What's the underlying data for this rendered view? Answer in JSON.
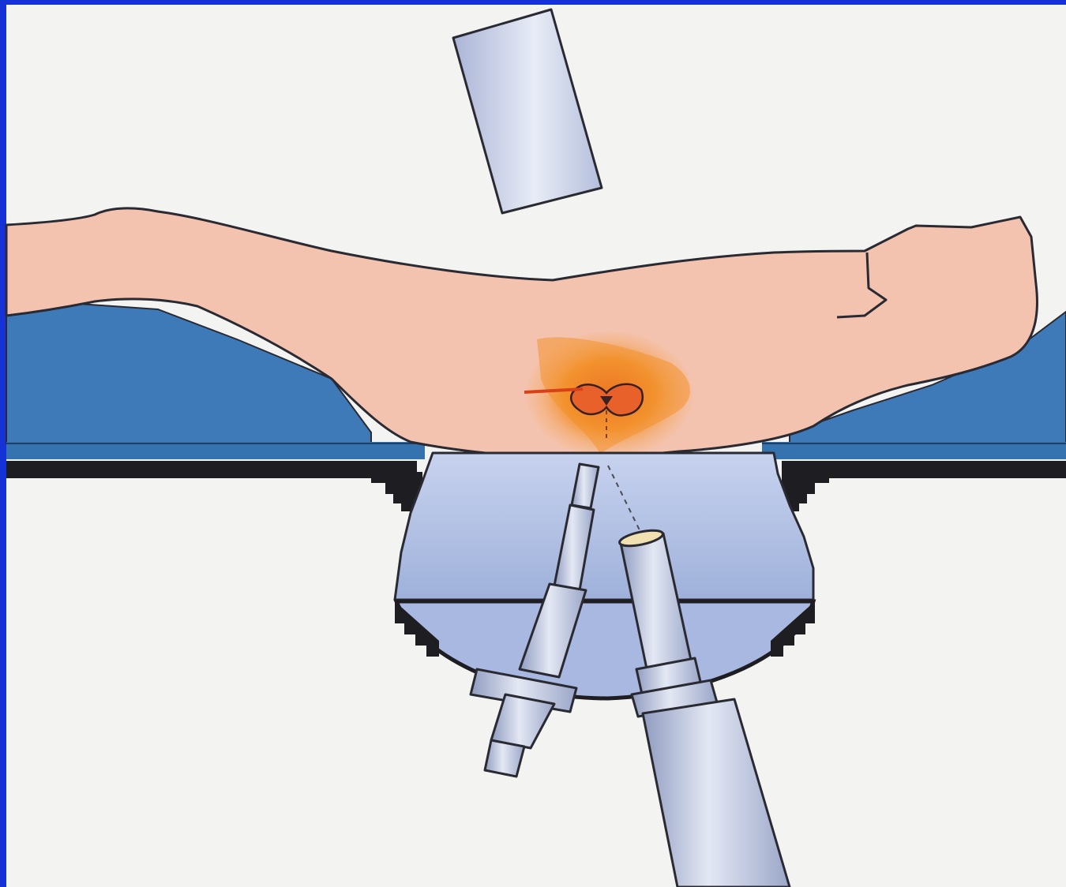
{
  "diagram": {
    "colors": {
      "frame": "#1432d6",
      "background": "#f3f3f1",
      "skin": "#f4c3b0",
      "outline": "#2a2a33",
      "table_blue": "#3f7ab8",
      "table_blue_dark": "#2f5f94",
      "device_light": "#bcc9e8",
      "device_mid": "#9fb0d8",
      "tube_light": "#e2e6f2",
      "tube_dark": "#9aa6c4",
      "stone_glow": "#f0922e",
      "stone_core": "#e0561c"
    },
    "parts": [
      "x-ray-detector",
      "patient-body",
      "treatment-table",
      "kidney-stone-target",
      "water-cushion-device",
      "shockwave-generator",
      "x-ray-source-tube"
    ]
  }
}
